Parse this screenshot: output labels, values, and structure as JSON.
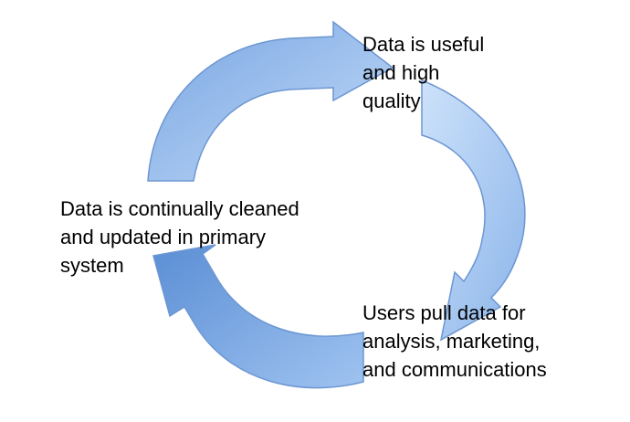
{
  "diagram": {
    "type": "cycle",
    "arrow_colors": {
      "fill_light": "#bcd6f7",
      "fill_mid": "#8fb8ec",
      "fill_dark": "#5d8fd6",
      "stroke": "#6c96d2"
    },
    "steps": [
      {
        "text": "Data is useful\nand high\nquality"
      },
      {
        "text": "Users pull data for\nanalysis, marketing,\nand communications"
      },
      {
        "text": "Data is continually cleaned\nand updated in primary\nsystem"
      }
    ]
  }
}
